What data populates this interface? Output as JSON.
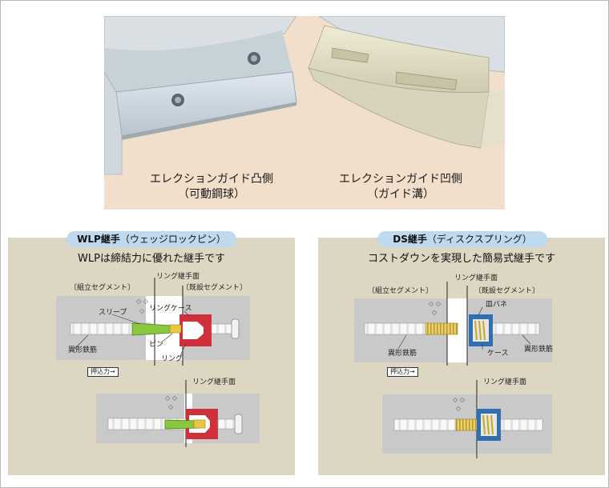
{
  "photo": {
    "caption_left": {
      "line1": "エレクションガイド凸側",
      "line2": "（可動鋼球）"
    },
    "caption_right": {
      "line1": "エレクションガイド凹側",
      "line2": "（ガイド溝）"
    }
  },
  "wlp": {
    "pill_bold": "WLP継手",
    "pill_rest": "（ウェッジロックピン）",
    "subtitle": "WLPは締結力に優れた継手です",
    "label_assembled": "〔組立セグメント〕",
    "label_ring_face": "リング継手面",
    "label_existing": "〔既設セグメント〕",
    "label_ring_case": "リングケース",
    "label_sleeve": "スリーブ",
    "label_rebar": "異形鉄筋",
    "label_pin": "ピン",
    "label_ring": "リング",
    "press_box": "押込力→",
    "label_ring_face_2": "リング継手面"
  },
  "ds": {
    "pill_bold": "DS継手",
    "pill_rest": "（ディスクスプリング）",
    "subtitle": "コストダウンを実現した簡易式継手です",
    "label_assembled": "〔組立セグメント〕",
    "label_ring_face": "リング継手面",
    "label_existing": "〔既設セグメント〕",
    "label_concave_spring": "皿バネ",
    "label_rebar_left": "異形鉄筋",
    "label_case": "ケース",
    "label_rebar_right": "異形鉄筋",
    "press_box": "押込力→",
    "label_ring_face_2": "リング継手面"
  },
  "colors": {
    "panel": "#ddd6c2",
    "pill": "#bfd9ee",
    "concrete": "#c9c9c9",
    "wlp_case": "#d0303a",
    "sleeve": "#88c83c",
    "pin": "#e8c840",
    "ds_case": "#2f6fb3"
  }
}
